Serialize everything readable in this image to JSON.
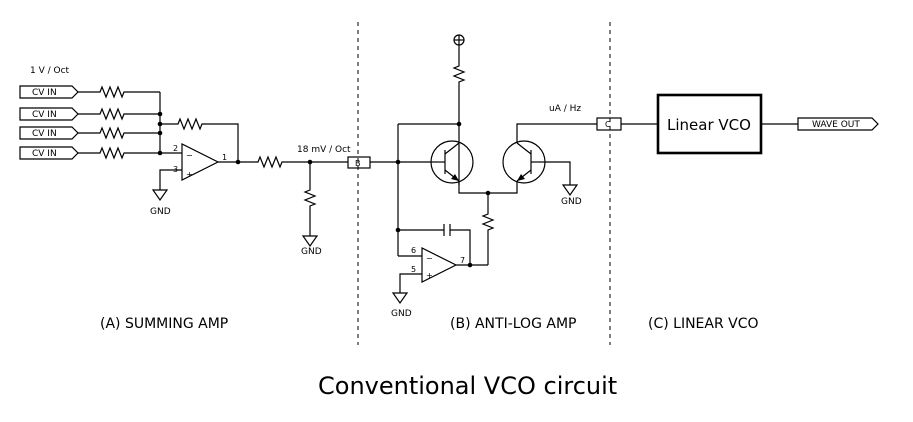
{
  "labels": {
    "volt_per_oct": "1 V / Oct",
    "cv_inputs": [
      "CV IN",
      "CV IN",
      "CV IN",
      "CV IN"
    ],
    "mv_per_oct": "18 mV / Oct",
    "ua_per_hz": "uA / Hz",
    "connector_b": "B",
    "connector_c": "C",
    "linear_vco": "Linear  VCO",
    "wave_out": "WAVE OUT",
    "gnd": "GND",
    "pin_1": "1",
    "pin_2": "2",
    "pin_3": "3",
    "pin_5": "5",
    "pin_6": "6",
    "pin_7": "7",
    "minus": "−",
    "plus": "+"
  },
  "sections": {
    "a": "(A) SUMMING AMP",
    "b": "(B) ANTI-LOG AMP",
    "c": "(C) LINEAR VCO"
  },
  "title": "Conventional  VCO circuit"
}
